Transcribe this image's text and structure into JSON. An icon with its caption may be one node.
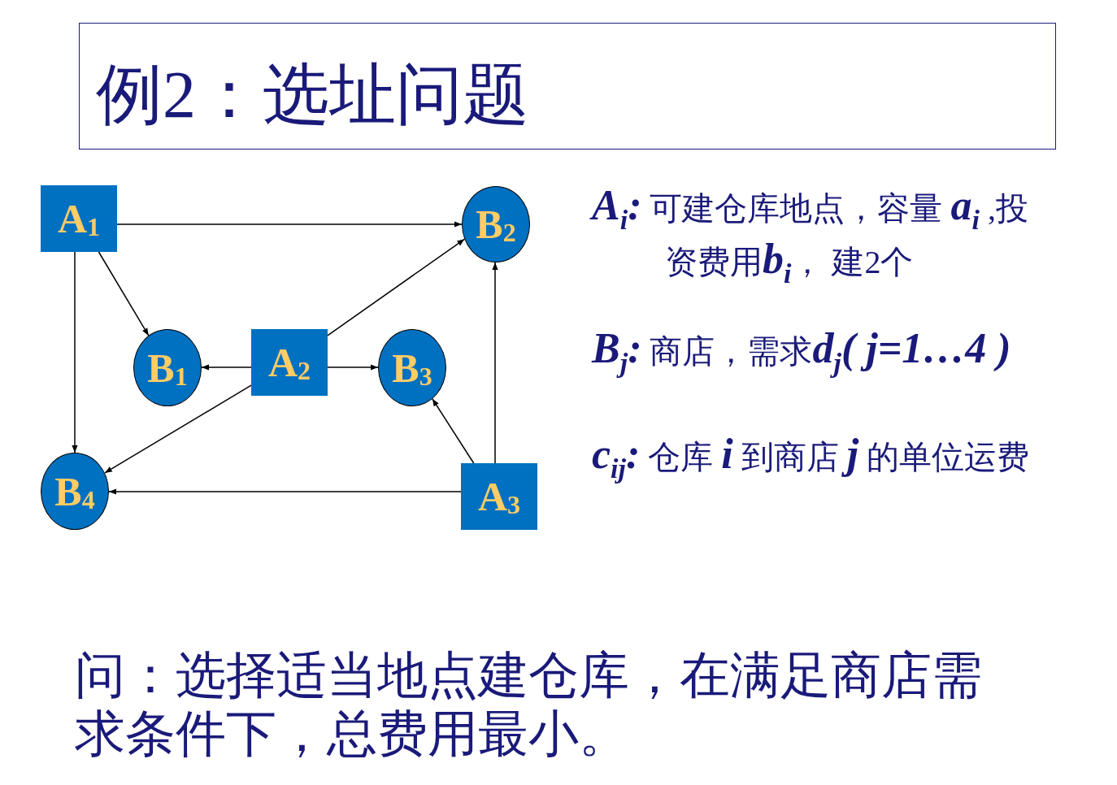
{
  "diagram": {
    "title": "例2：选址问题",
    "nodes": [
      {
        "text": [
          "A$_{1}$"
        ]
      },
      {
        "text": [
          "B$_{2}$"
        ]
      },
      {
        "text": [
          "B$_{1}$"
        ]
      },
      {
        "text": [
          "A$_{2}$"
        ]
      },
      {
        "text": [
          "B$_{3}$"
        ]
      },
      {
        "text": [
          "B$_{4}$"
        ]
      },
      {
        "text": [
          "A$_{3}$"
        ]
      }
    ],
    "edges": [
      {
        "from": 0,
        "to": 1,
        "arrow": "to"
      },
      {
        "from": 0,
        "to": 2,
        "arrow": "to"
      },
      {
        "from": 0,
        "to": 5,
        "arrow": "to"
      },
      {
        "from": 3,
        "to": 2,
        "arrow": "to"
      },
      {
        "from": 3,
        "to": 4,
        "arrow": "to"
      },
      {
        "from": 3,
        "to": 1,
        "arrow": "to"
      },
      {
        "from": 3,
        "to": 5,
        "arrow": "to"
      },
      {
        "from": 6,
        "to": 1,
        "arrow": "to"
      },
      {
        "from": 6,
        "to": 4,
        "arrow": "to"
      },
      {
        "from": 6,
        "to": 5,
        "arrow": "to"
      }
    ],
    "labels": [
      "**A**$_{i}$**:** 可建仓库地点，容量 **a**$_{i}$ ,投资费用**b**$_{i}$， 建2个",
      "**B**$_{j}$**:** 商店，需求**d**$_{j}$**( j=1…4 )**",
      "**c**$_{ij}$**:** 仓库 **i** 到商店 **j** 的单位运费",
      "问：选择适当地点建仓库，在满足商店需求条件下，总费用最小。"
    ]
  }
}
